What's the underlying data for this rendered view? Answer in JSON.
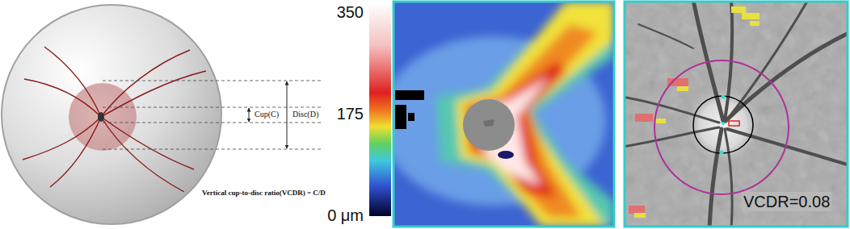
{
  "diagram": {
    "labels": [
      "Cup(C)",
      "Disc(D)",
      "Vertical cup-to-disc ratio(VCDR) = C/D",
      "350",
      "175",
      "0 μm",
      "VCDR=0.08"
    ]
  }
}
